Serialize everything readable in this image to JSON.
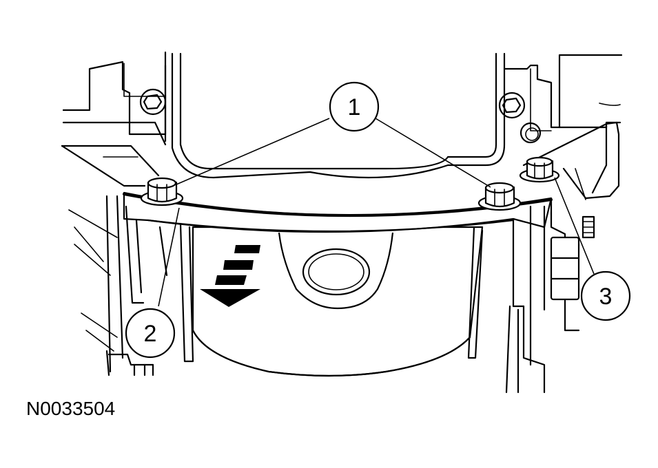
{
  "figure": {
    "reference": "N0033504",
    "callouts": [
      {
        "number": "1"
      },
      {
        "number": "2"
      },
      {
        "number": "3"
      }
    ]
  }
}
